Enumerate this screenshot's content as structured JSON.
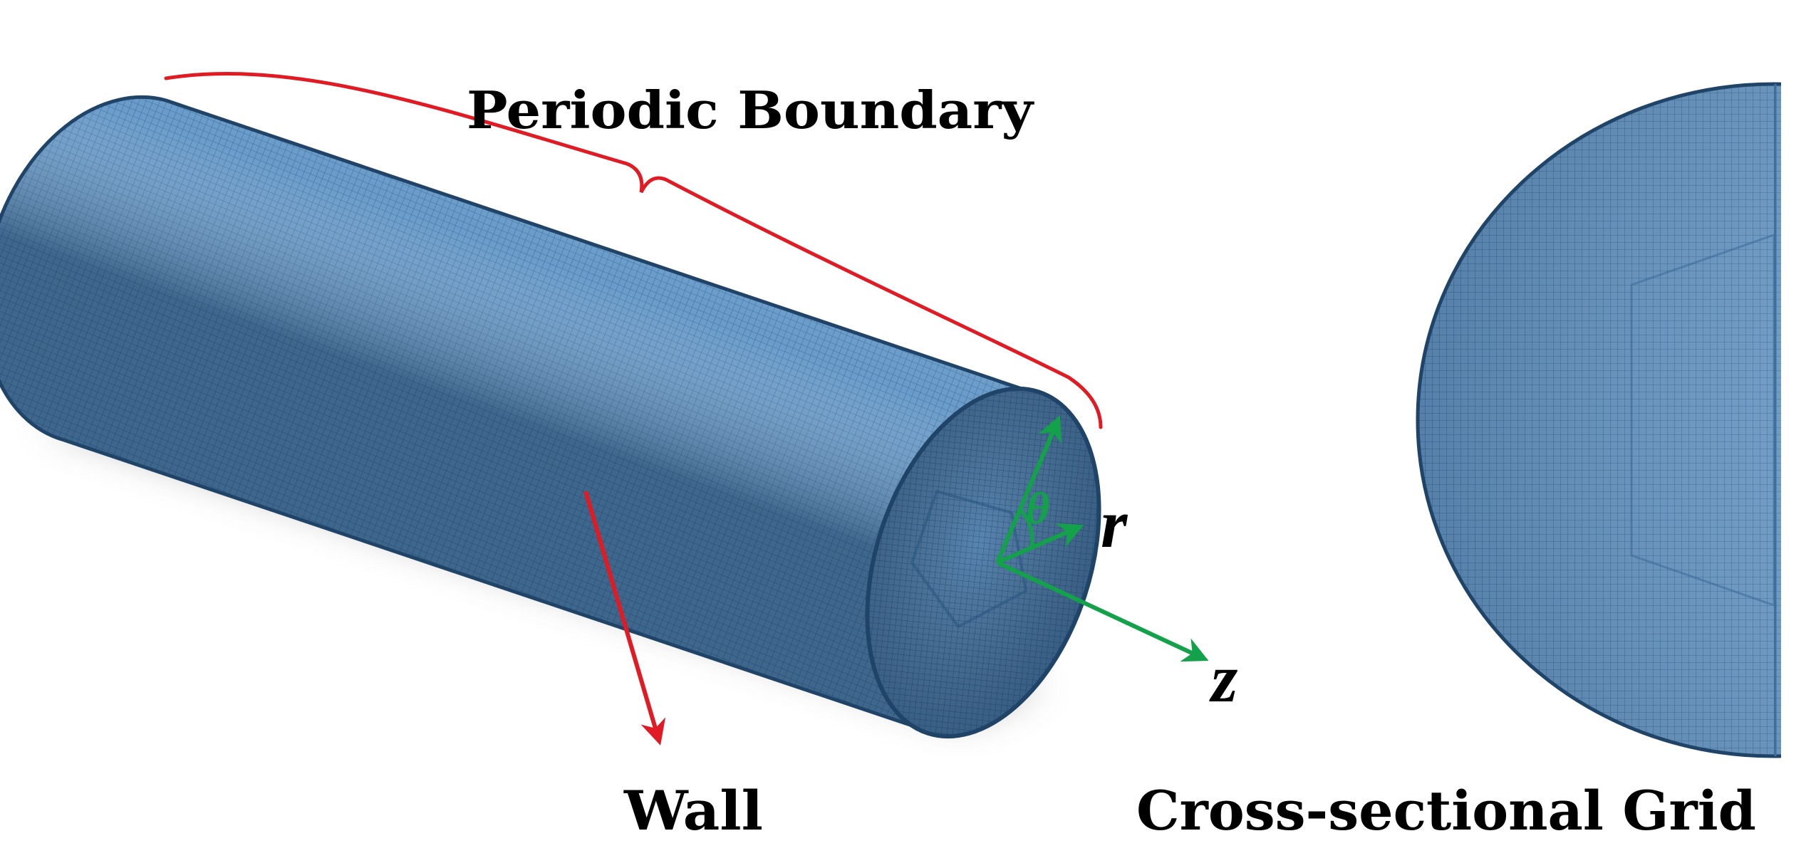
{
  "labels": {
    "periodic_boundary": "Periodic Boundary",
    "wall": "Wall",
    "cross_section": "Cross-sectional Grid"
  },
  "axes": {
    "r": "r",
    "theta": "θ",
    "z": "z"
  },
  "colors": {
    "mesh_blue": "#5d8fbe",
    "mesh_dark": "#1f4468",
    "annotation_red": "#e01b24",
    "axis_green": "#13a14a",
    "shadow": "#9a9a9a",
    "text": "#000000"
  }
}
